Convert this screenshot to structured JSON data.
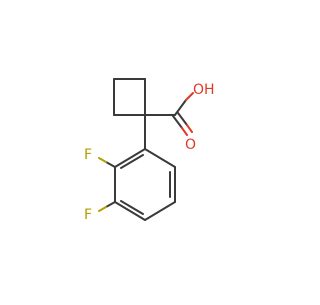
{
  "molecule": {
    "atom_labels": {
      "hydroxyl": "OH",
      "carbonyl_oxygen": "O",
      "fluorine_2": "F",
      "fluorine_3": "F"
    },
    "colors": {
      "bond": "#3a3a3a",
      "oxygen": "#e03a26",
      "fluorine": "#b0a000"
    }
  }
}
